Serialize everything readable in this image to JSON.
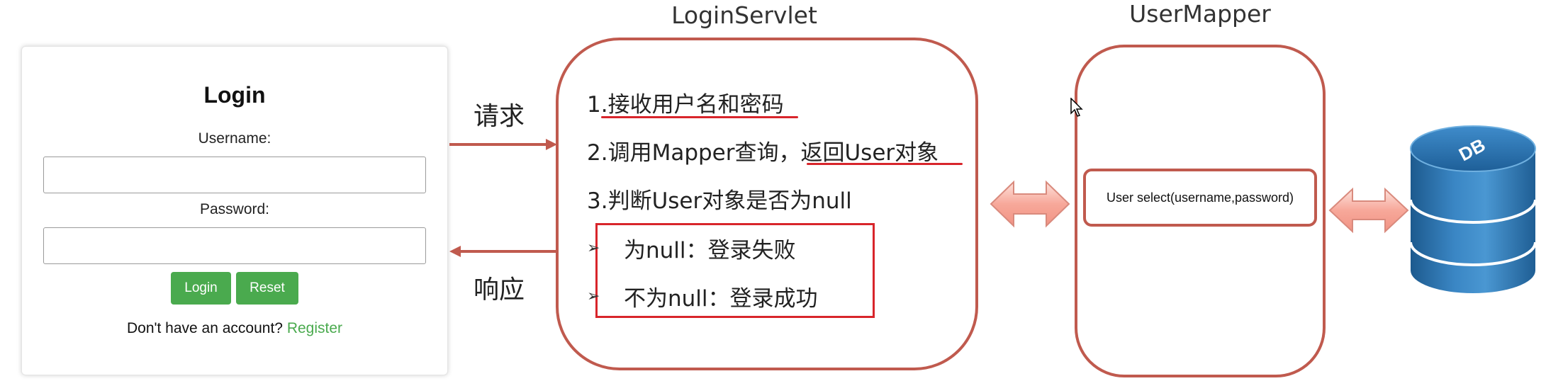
{
  "login_form": {
    "title": "Login",
    "username_label": "Username:",
    "username_value": "",
    "password_label": "Password:",
    "password_value": "",
    "login_button": "Login",
    "reset_button": "Reset",
    "register_prompt": "Don't have an account?",
    "register_link": "Register"
  },
  "arrows": {
    "request_label": "请求",
    "response_label": "响应"
  },
  "login_servlet": {
    "title": "LoginServlet",
    "step1": "1.接收用户名和密码",
    "step2": "2.调用Mapper查询，返回User对象",
    "step3": "3.判断User对象是否为null",
    "result_null": "为null：登录失败",
    "result_not_null": "不为null：登录成功"
  },
  "user_mapper": {
    "title": "UserMapper",
    "method": "User select(username,password)"
  },
  "database": {
    "label": "DB"
  },
  "colors": {
    "panel_border": "#c05a4e",
    "highlight_red": "#d8252b",
    "button_green": "#4aaa4e",
    "db_blue": "#2a6fa8"
  }
}
